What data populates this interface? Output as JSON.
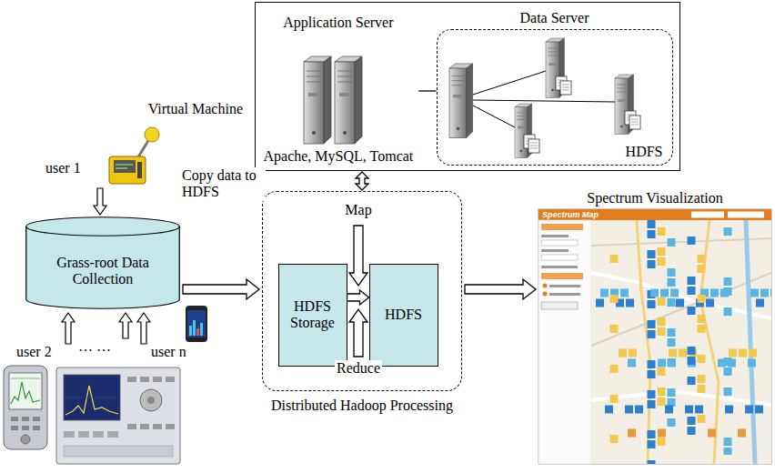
{
  "diagram": {
    "nodes": [
      {
        "text": [
          "Virtual Machine"
        ]
      },
      {
        "text": [
          "Application Server",
          "Apache, MySQL, Tomcat"
        ],
        "in": 0
      },
      {
        "text": [
          "Data Server",
          "HDFS"
        ],
        "in": 0
      },
      {
        "text": [
          "Grass-root Data Collection"
        ]
      },
      {
        "text": [
          "Distributed Hadoop Processing"
        ]
      },
      {
        "text": [
          "HDFS Storage"
        ],
        "in": 4
      },
      {
        "text": [
          "HDFS"
        ],
        "in": 4
      },
      {
        "text": [
          "Spectrum Visualization"
        ]
      }
    ],
    "edges": [
      {
        "from": 1,
        "to": 2,
        "arrow": "none"
      },
      {
        "from": 3,
        "to": 4,
        "arrow": "to",
        "label": "Copy data to HDFS"
      },
      {
        "from": 4,
        "to": 0,
        "arrow": "both"
      },
      {
        "from": 5,
        "to": 6,
        "arrow": "to"
      },
      {
        "from": 4,
        "to": 7,
        "arrow": "to"
      }
    ],
    "labels": [
      "Map",
      "Reduce",
      "user 1",
      "user 2",
      "… …",
      "user n",
      "Spectrum Map"
    ]
  }
}
